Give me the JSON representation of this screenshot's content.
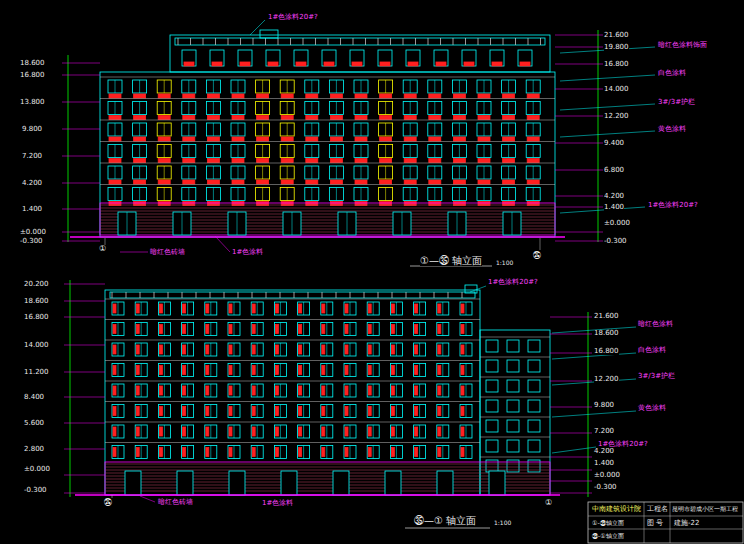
{
  "diagram": {
    "labels": [
      "1#色涂料20#?",
      "18.600",
      "16.800",
      "13.800",
      "9.800",
      "7.200",
      "4.200",
      "1.400",
      "±0.000",
      "-0.300",
      "21.600",
      "19.800",
      "16.800",
      "14.000",
      "12.200",
      "9.400",
      "6.800",
      "4.200",
      "1.400",
      "±0.000",
      "-0.300",
      "暗红色涂料饰面",
      "白色涂料",
      "3#/3#护栏",
      "黄色涂料",
      "1#色涂料20#?",
      "暗红色砖墙",
      "1#色涂料",
      "①—㉟ 轴立面",
      "1:100",
      "①",
      "㉟",
      "1#色涂料20#?",
      "20.200",
      "18.600",
      "16.800",
      "14.000",
      "11.200",
      "8.400",
      "5.600",
      "2.800",
      "±0.000",
      "-0.300",
      "21.600",
      "18.600",
      "16.800",
      "12.200",
      "9.800",
      "7.200",
      "4.200",
      "1.400",
      "±0.000",
      "-0.300",
      "暗红色涂料",
      "白色涂料",
      "3#/3#护栏",
      "黄色涂料",
      "1#色涂料20#?",
      "暗红色砖墙",
      "1#色涂料",
      "㉟—① 轴立面",
      "1:100",
      "㉟",
      "①",
      "中南建筑设计院",
      "工程名",
      "昆明市碧成小区一期工程",
      "①-㉟轴立面",
      "图 号",
      "建施-22",
      "㉟-①轴立面"
    ]
  }
}
